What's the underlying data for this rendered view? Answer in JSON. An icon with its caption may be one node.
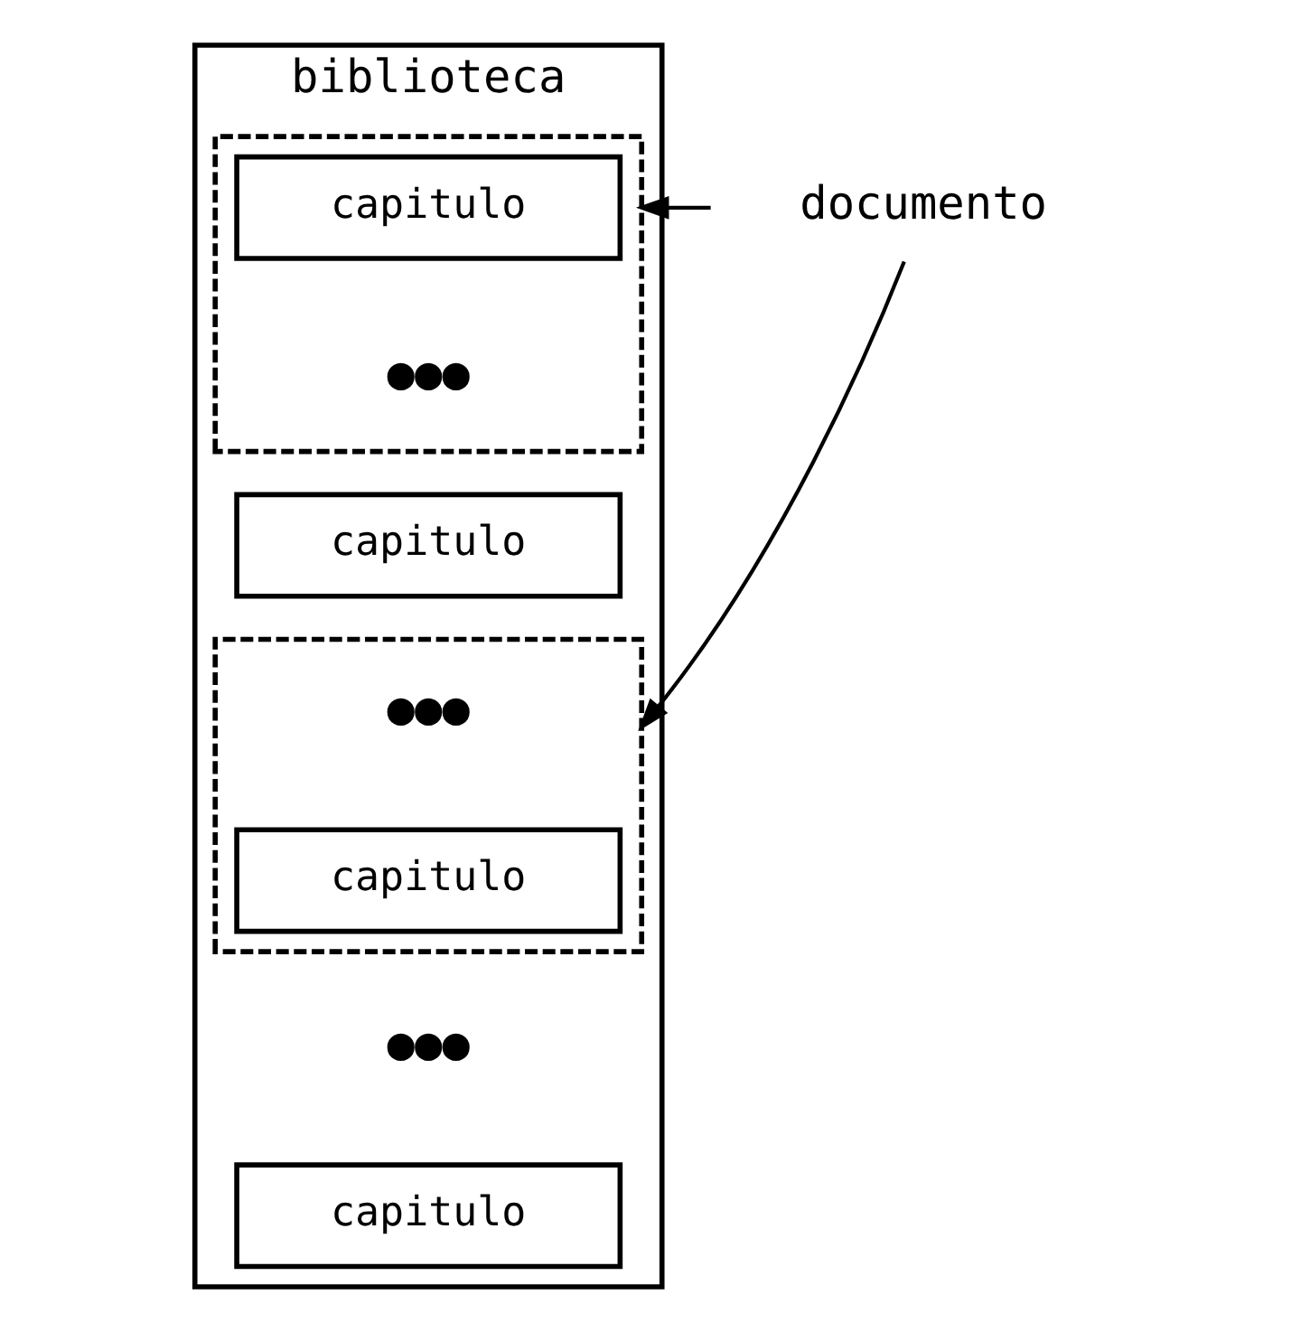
{
  "diagram": {
    "nodes": [
      {
        "text": [
          "biblioteca"
        ]
      },
      {
        "text": [],
        "shape": "box",
        "in": 0
      },
      {
        "text": [
          "capitulo"
        ],
        "in": 1
      },
      {
        "text": [],
        "shape": "box",
        "in": 0
      },
      {
        "text": [
          "capitulo"
        ],
        "in": 0
      },
      {
        "text": [
          "capitulo"
        ],
        "in": 3
      },
      {
        "text": [
          "capitulo"
        ],
        "in": 0
      },
      {
        "text": [
          "documento"
        ]
      }
    ],
    "edges": [
      {
        "from": 7,
        "to": 1,
        "arrow": "to"
      },
      {
        "from": 7,
        "to": 3,
        "arrow": "to"
      }
    ],
    "labels": [
      "●●●",
      "●●●",
      "●●●"
    ]
  }
}
